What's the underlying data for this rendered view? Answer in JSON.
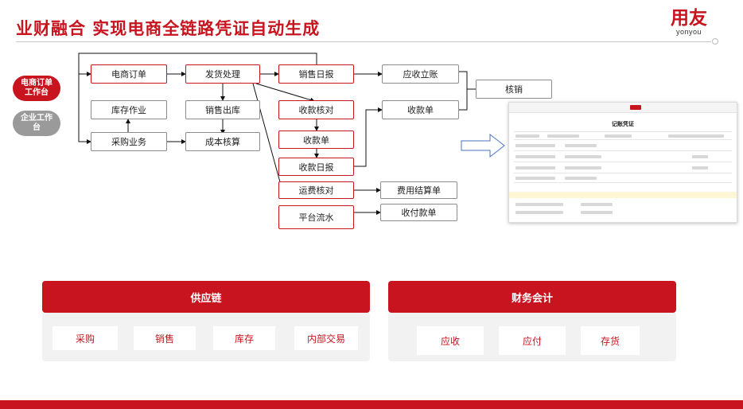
{
  "header": {
    "title": "业财融合  实现电商全链路凭证自动生成",
    "logo_cn": "用友",
    "logo_en": "yonyou"
  },
  "workbenches": [
    {
      "label": "电商订单工作台",
      "style": "red"
    },
    {
      "label": "企业工作台",
      "style": "gray"
    }
  ],
  "nodes": {
    "ecom_order": "电商订单",
    "shipping": "发货处理",
    "sales_daily": "销售日报",
    "ar_posting": "应收立账",
    "writeoff": "核销",
    "inventory": "库存作业",
    "sales_out": "销售出库",
    "collection_check": "收款核对",
    "collection_doc": "收款单",
    "collection_bill": "收款单",
    "collection_daily": "收款日报",
    "purchase": "采购业务",
    "cost_calc": "成本核算",
    "freight_check": "运费核对",
    "expense_settle": "费用结算单",
    "platform_flow": "平台流水",
    "payment_doc": "收付款单"
  },
  "voucher": {
    "title": "记账凭证"
  },
  "groups": {
    "supply_chain": {
      "title": "供应链",
      "items": [
        "采购",
        "销售",
        "库存",
        "内部交易"
      ]
    },
    "finance": {
      "title": "财务会计",
      "items": [
        "应收",
        "应付",
        "存货"
      ]
    }
  },
  "colors": {
    "brand_red": "#c8141e",
    "gray": "#9a9a9a",
    "panel_bg": "#f2f2f2"
  }
}
